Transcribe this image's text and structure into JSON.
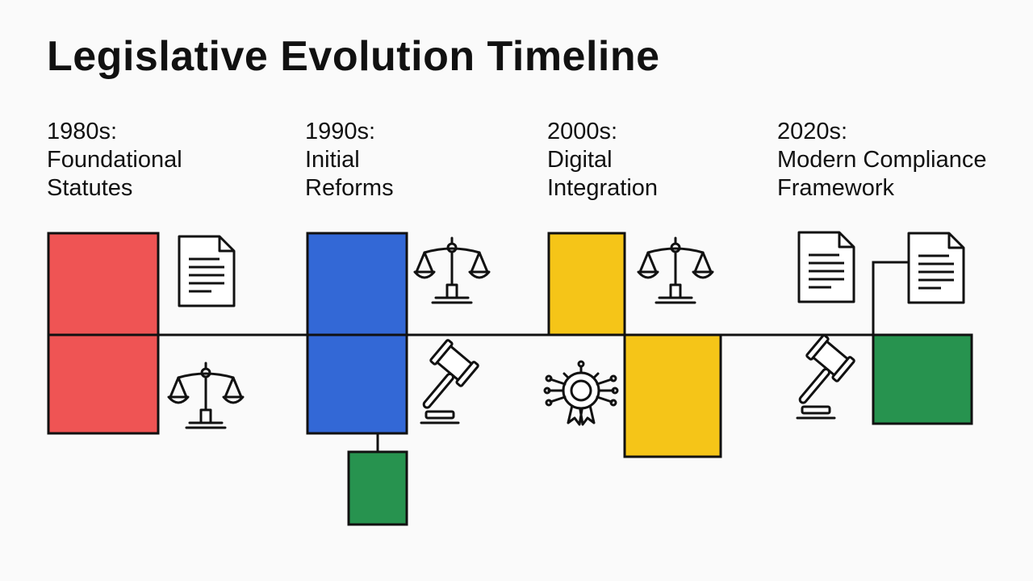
{
  "title": "Legislative Evolution Timeline",
  "eras": [
    {
      "decade": "1980s:",
      "line1": "Foundational",
      "line2": "Statutes"
    },
    {
      "decade": "1990s:",
      "line1": "Initial",
      "line2": "Reforms"
    },
    {
      "decade": "2000s:",
      "line1": "Digital",
      "line2": "Integration"
    },
    {
      "decade": "2020s:",
      "line1": "Modern Compliance",
      "line2": "Framework"
    }
  ],
  "colors": {
    "red": "#ef5454",
    "blue": "#3368d6",
    "yellow": "#f5c518",
    "green": "#27934f",
    "line": "#111111"
  },
  "icons": [
    "document-icon",
    "scales-of-justice-icon",
    "gavel-icon",
    "gear-badge-icon"
  ]
}
